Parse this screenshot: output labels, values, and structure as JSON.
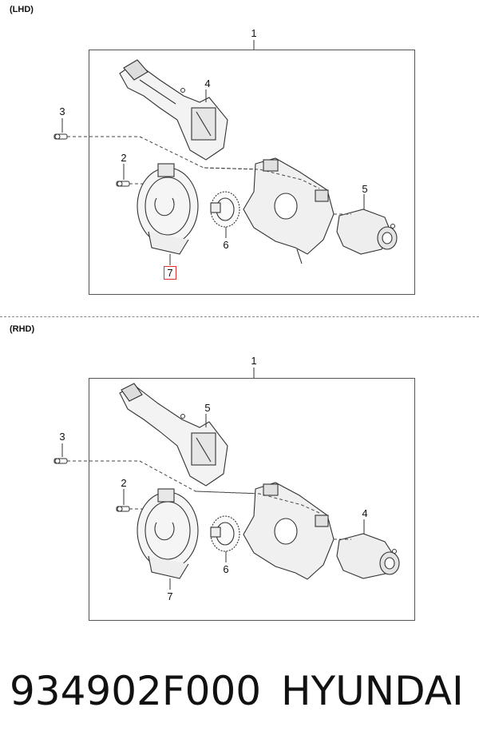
{
  "lhd": {
    "region_label": "(LHD)",
    "callouts": {
      "c1": "1",
      "c2": "2",
      "c3": "3",
      "c4": "4",
      "c5": "5",
      "c6": "6",
      "c7": "7"
    },
    "highlight_callout": "7"
  },
  "rhd": {
    "region_label": "(RHD)",
    "callouts": {
      "c1": "1",
      "c2": "2",
      "c3": "3",
      "c4": "4",
      "c5": "5",
      "c6": "6",
      "c7": "7"
    }
  },
  "footer": {
    "part_number": "934902F000",
    "brand": "HYUNDAI"
  },
  "colors": {
    "line": "#333333",
    "highlight": "#e03030"
  }
}
